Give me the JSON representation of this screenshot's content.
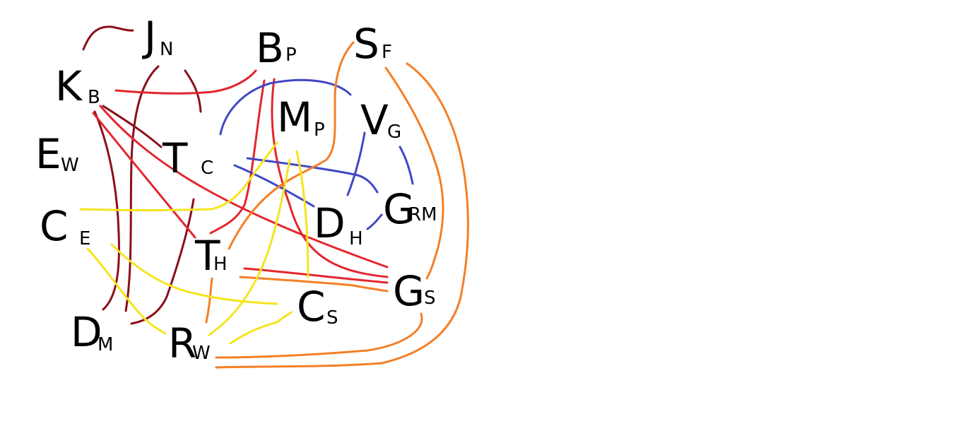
{
  "colors": {
    "background": "#ffffff",
    "text": "#000000",
    "dark_red": "#8b0f1a",
    "red": "#e3262d",
    "blue": "#4147c4",
    "orange": "#f47f26",
    "yellow": "#f5e51f"
  },
  "nodes": [
    {
      "id": "JN",
      "main": "J",
      "sub": "N"
    },
    {
      "id": "BP",
      "main": "B",
      "sub": "P"
    },
    {
      "id": "SF",
      "main": "S",
      "sub": "F"
    },
    {
      "id": "KB",
      "main": "K",
      "sub": "B"
    },
    {
      "id": "MP",
      "main": "M",
      "sub": "P"
    },
    {
      "id": "VG",
      "main": "V",
      "sub": "G"
    },
    {
      "id": "EW",
      "main": "E",
      "sub": "W"
    },
    {
      "id": "TC",
      "main": "T",
      "sub": "C"
    },
    {
      "id": "GRM",
      "main": "G",
      "sub": "RM"
    },
    {
      "id": "DH",
      "main": "D",
      "sub": "H"
    },
    {
      "id": "CE",
      "main": "C",
      "sub": "E"
    },
    {
      "id": "TH",
      "main": "T",
      "sub": "H"
    },
    {
      "id": "GS",
      "main": "G",
      "sub": "S"
    },
    {
      "id": "CS",
      "main": "C",
      "sub": "S"
    },
    {
      "id": "DM",
      "main": "D",
      "sub": "M"
    },
    {
      "id": "RW",
      "main": "R",
      "sub": "W"
    }
  ],
  "connections": [
    {
      "from": "KB",
      "to": "JN",
      "color": "dark_red"
    },
    {
      "from": "JN",
      "to": "TC",
      "color": "dark_red"
    },
    {
      "from": "JN",
      "to": "DM",
      "color": "dark_red"
    },
    {
      "from": "KB",
      "to": "DM",
      "color": "dark_red"
    },
    {
      "from": "KB",
      "to": "TC",
      "color": "dark_red"
    },
    {
      "from": "TC",
      "to": "DM",
      "color": "dark_red"
    },
    {
      "from": "KB",
      "to": "BP",
      "color": "red"
    },
    {
      "from": "KB",
      "to": "TH",
      "color": "red"
    },
    {
      "from": "KB",
      "to": "GS",
      "color": "red"
    },
    {
      "from": "BP",
      "to": "TH",
      "color": "red"
    },
    {
      "from": "BP",
      "to": "GS",
      "color": "red"
    },
    {
      "from": "TH",
      "to": "GS",
      "color": "red"
    },
    {
      "from": "TC",
      "to": "VG",
      "color": "blue"
    },
    {
      "from": "TC",
      "to": "GRM",
      "color": "blue"
    },
    {
      "from": "TC",
      "to": "DH",
      "color": "blue"
    },
    {
      "from": "VG",
      "to": "DH",
      "color": "blue"
    },
    {
      "from": "VG",
      "to": "GRM",
      "color": "blue"
    },
    {
      "from": "GRM",
      "to": "DH",
      "color": "blue"
    },
    {
      "from": "SF",
      "to": "TH",
      "color": "orange"
    },
    {
      "from": "SF",
      "to": "GS",
      "color": "orange"
    },
    {
      "from": "SF",
      "to": "RW",
      "color": "orange"
    },
    {
      "from": "GS",
      "to": "RW",
      "color": "orange"
    },
    {
      "from": "TH",
      "to": "RW",
      "color": "orange"
    },
    {
      "from": "TH",
      "to": "GS",
      "color": "orange"
    },
    {
      "from": "CE",
      "to": "MP",
      "color": "yellow"
    },
    {
      "from": "CE",
      "to": "RW",
      "color": "yellow"
    },
    {
      "from": "CE",
      "to": "CS",
      "color": "yellow"
    },
    {
      "from": "MP",
      "to": "RW",
      "color": "yellow"
    },
    {
      "from": "MP",
      "to": "CS",
      "color": "yellow"
    },
    {
      "from": "CS",
      "to": "RW",
      "color": "yellow"
    }
  ]
}
